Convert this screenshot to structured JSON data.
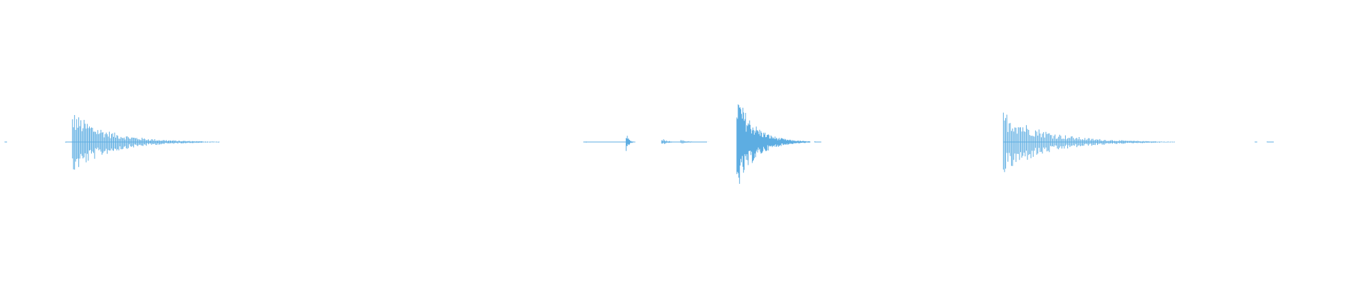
{
  "waveform": {
    "color": "#5DADE2",
    "background": "#FFFFFF",
    "duration_fraction_note": "",
    "events": [
      {
        "t": 0.0035,
        "peak_up": 0.005,
        "peak_down": 0.005,
        "decay": 0.0005,
        "density": 3
      },
      {
        "t": 0.048,
        "peak_up": 0.01,
        "peak_down": 0.01,
        "decay": 0.004,
        "density": 4
      },
      {
        "t": 0.053,
        "peak_up": 0.44,
        "peak_down": 0.46,
        "decay": 0.06,
        "density": 140
      },
      {
        "t": 0.427,
        "peak_up": 0.01,
        "peak_down": 0.01,
        "decay": 0.02,
        "density": 20
      },
      {
        "t": 0.458,
        "peak_up": 0.15,
        "peak_down": 0.16,
        "decay": 0.004,
        "density": 16
      },
      {
        "t": 0.484,
        "peak_up": 0.06,
        "peak_down": 0.05,
        "decay": 0.01,
        "density": 25
      },
      {
        "t": 0.498,
        "peak_up": 0.04,
        "peak_down": 0.03,
        "decay": 0.012,
        "density": 22
      },
      {
        "t": 0.539,
        "peak_up": 0.7,
        "peak_down": 0.72,
        "decay": 0.03,
        "density": 110
      },
      {
        "t": 0.596,
        "peak_up": 0.01,
        "peak_down": 0.01,
        "decay": 0.003,
        "density": 6
      },
      {
        "t": 0.734,
        "peak_up": 0.45,
        "peak_down": 0.47,
        "decay": 0.07,
        "density": 150
      },
      {
        "t": 0.918,
        "peak_up": 0.006,
        "peak_down": 0.006,
        "decay": 0.001,
        "density": 3
      },
      {
        "t": 0.927,
        "peak_up": 0.01,
        "peak_down": 0.01,
        "decay": 0.003,
        "density": 6
      }
    ]
  }
}
